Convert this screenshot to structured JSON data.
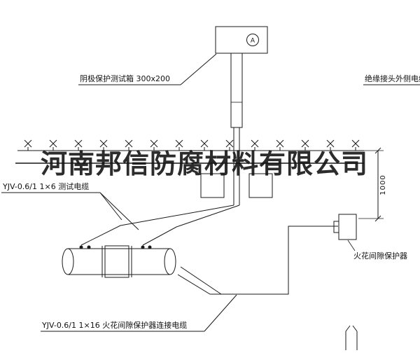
{
  "watermark": {
    "text": "河南邦信防腐材料有限公司"
  },
  "meter": {
    "symbol": "A"
  },
  "labels": {
    "test_box": "阴极保护测试箱 300x200",
    "outer_cable": "绝缘接头外侧电缆",
    "test_cable": "YJV-0.6/1 1×6  测试电缆",
    "spark_protector": "火花间隙保护器",
    "spark_cable": "YJV-0.6/1 1×16  火花间隙保护器连接电缆"
  },
  "dimension": {
    "height": "1000"
  },
  "colors": {
    "line": "#1a1a1a",
    "background": "#ffffff",
    "watermark": "#151515"
  }
}
